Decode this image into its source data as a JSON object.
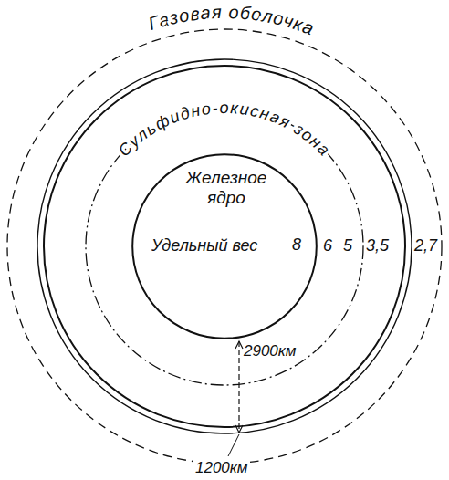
{
  "diagram": {
    "nodes": [
      {
        "text": [
          "Железное ядро",
          "Удельный вес",
          "8"
        ]
      }
    ],
    "labels": [
      "Газовая оболочка",
      "Сульфидно-окисная зона",
      "6",
      "5",
      "3,5",
      "2,7",
      "2900км",
      "1200км"
    ]
  }
}
